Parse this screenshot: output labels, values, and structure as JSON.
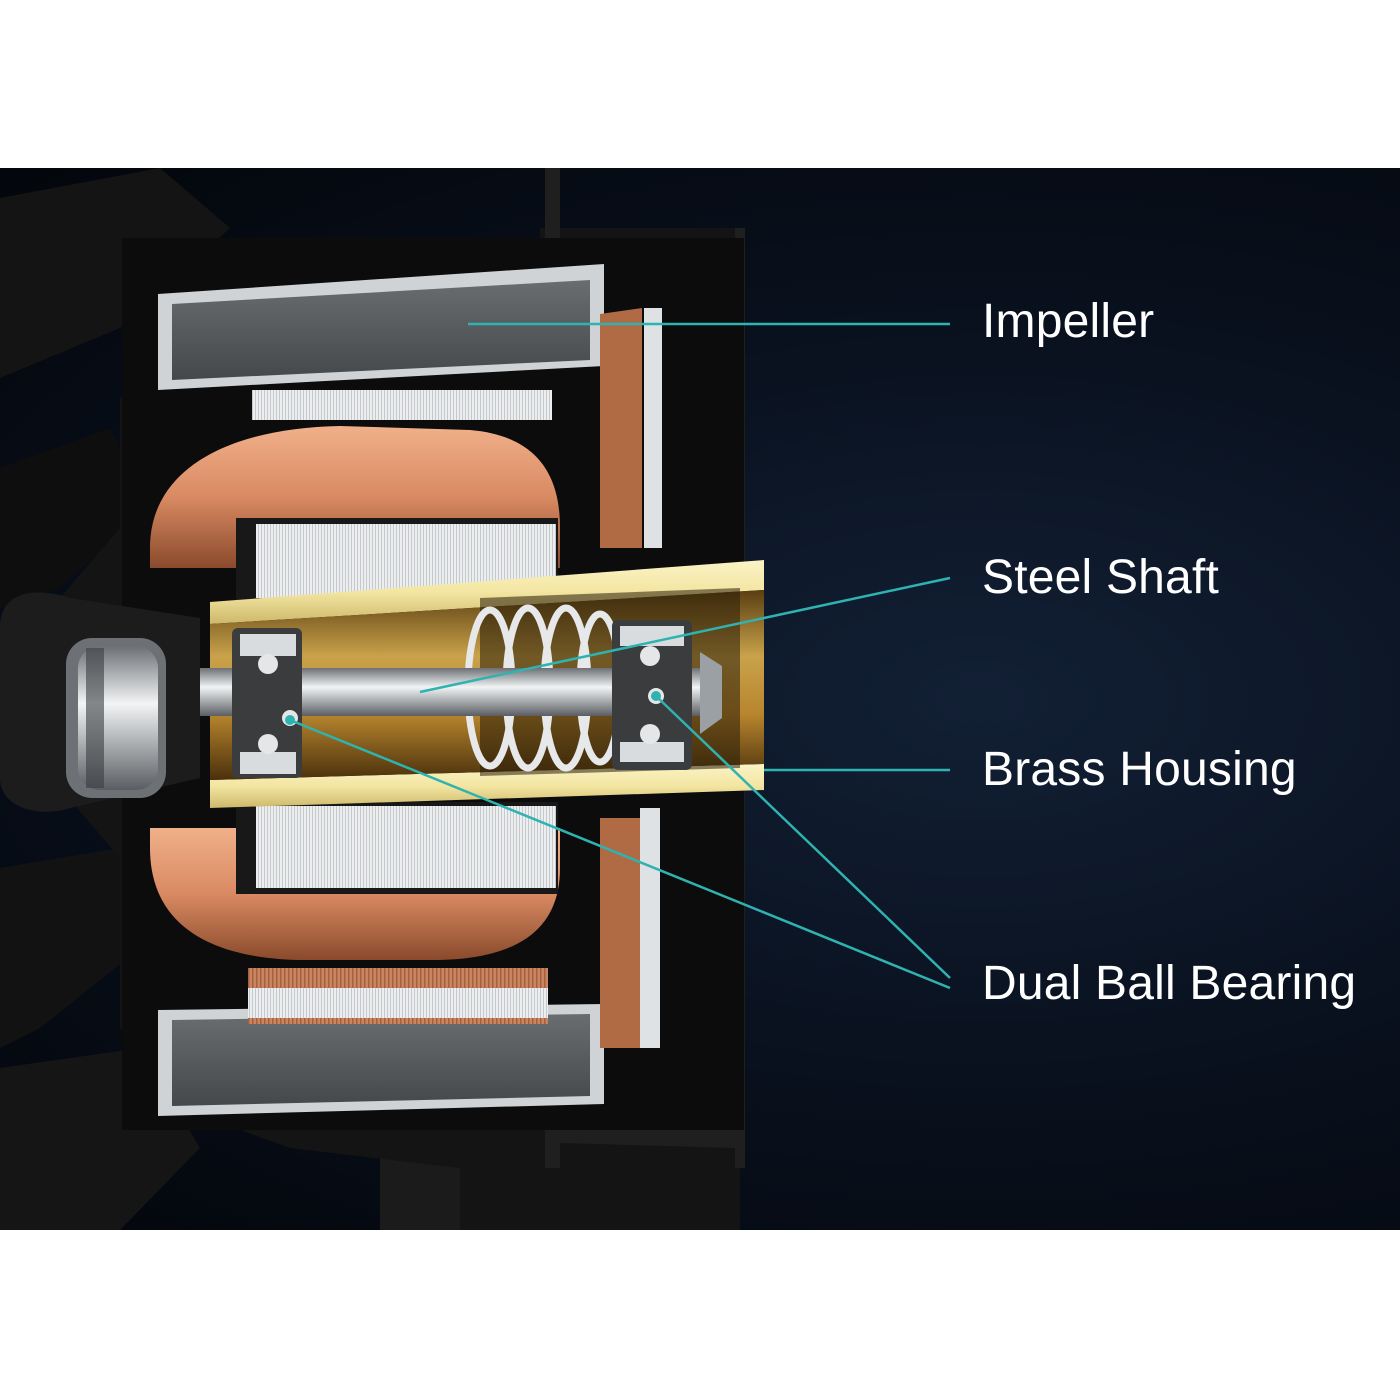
{
  "diagram": {
    "labels": {
      "impeller": "Impeller",
      "steel_shaft": "Steel Shaft",
      "brass_housing": "Brass Housing",
      "dual_ball_bearing": "Dual Ball Bearing"
    },
    "colors": {
      "background": "#0a1220",
      "leader_line": "#2fb3b0",
      "label_text": "#ffffff",
      "copper": "#d98a62",
      "brass": "#f3e6a2",
      "steel": "#cfd3d6",
      "frame": "#111111",
      "laminate": "#e8eaec",
      "magnet": "#55585b"
    }
  }
}
